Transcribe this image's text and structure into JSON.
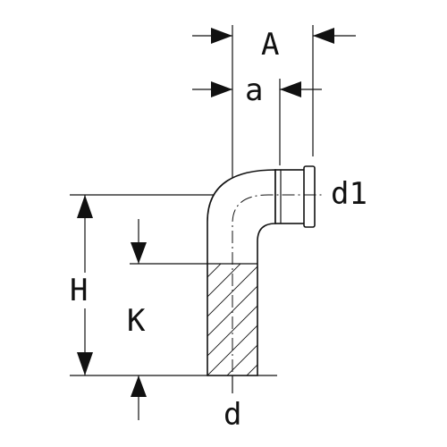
{
  "labels": {
    "A": "A",
    "a": "a",
    "d1": "d1",
    "H": "H",
    "K": "K",
    "d": "d"
  },
  "colors": {
    "line": "#111111",
    "background": "#ffffff"
  }
}
